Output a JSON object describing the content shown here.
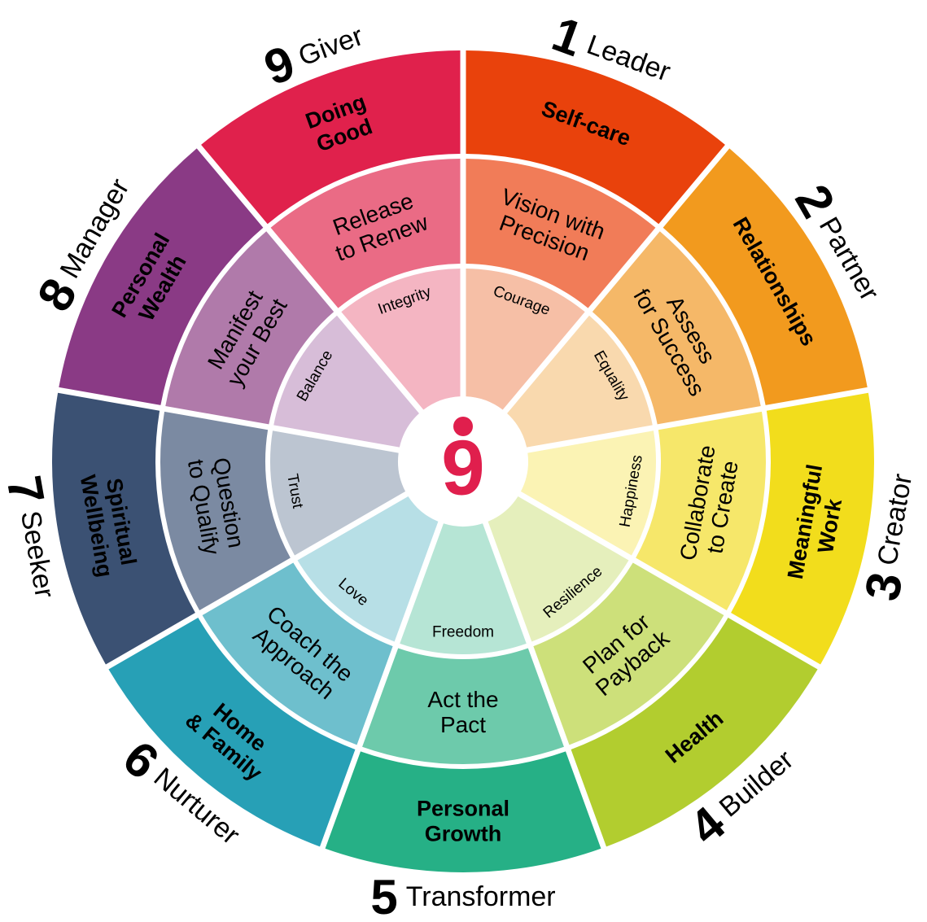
{
  "center": {
    "logo_text": "9",
    "accent": "#e01f4d"
  },
  "segments": [
    {
      "number": "1",
      "role": "Leader",
      "area": [
        "Self-care"
      ],
      "practice": [
        "Vision with",
        "Precision"
      ],
      "value": "Courage",
      "colors": {
        "outer": "#e9420c",
        "middle": "#f17c58",
        "inner": "#f6bfa6"
      }
    },
    {
      "number": "2",
      "role": "Partner",
      "area": [
        "Relationships"
      ],
      "practice": [
        "Assess",
        "for Success"
      ],
      "value": "Equality",
      "colors": {
        "outer": "#f29a1e",
        "middle": "#f5b868",
        "inner": "#f9d9ae"
      }
    },
    {
      "number": "3",
      "role": "Creator",
      "area": [
        "Meaningful",
        "Work"
      ],
      "practice": [
        "Collaborate",
        "to Create"
      ],
      "value": "Happiness",
      "colors": {
        "outer": "#f2dd1c",
        "middle": "#f6e76a",
        "inner": "#fbf3b4"
      }
    },
    {
      "number": "4",
      "role": "Builder",
      "area": [
        "Health"
      ],
      "practice": [
        "Plan for",
        "Payback"
      ],
      "value": "Resilience",
      "colors": {
        "outer": "#b2cd2f",
        "middle": "#cde07a",
        "inner": "#e5efbc"
      }
    },
    {
      "number": "5",
      "role": "Transformer",
      "area": [
        "Personal",
        "Growth"
      ],
      "practice": [
        "Act the",
        "Pact"
      ],
      "value": "Freedom",
      "colors": {
        "outer": "#26b086",
        "middle": "#6dcaab",
        "inner": "#b6e5d5"
      }
    },
    {
      "number": "6",
      "role": "Nurturer",
      "area": [
        "Home",
        "& Family"
      ],
      "practice": [
        "Coach the",
        "Approach"
      ],
      "value": "Love",
      "colors": {
        "outer": "#27a0b6",
        "middle": "#6ebfcd",
        "inner": "#b7dfe6"
      }
    },
    {
      "number": "7",
      "role": "Seeker",
      "area": [
        "Spiritual",
        "Wellbeing"
      ],
      "practice": [
        "Question",
        "to Qualify"
      ],
      "value": "Trust",
      "colors": {
        "outer": "#3b5173",
        "middle": "#7b8aa2",
        "inner": "#bcc5d1"
      }
    },
    {
      "number": "8",
      "role": "Manager",
      "area": [
        "Personal",
        "Wealth"
      ],
      "practice": [
        "Manifest",
        "your Best"
      ],
      "value": "Balance",
      "colors": {
        "outer": "#8a3a85",
        "middle": "#b07aaa",
        "inner": "#d7bdd8"
      }
    },
    {
      "number": "9",
      "role": "Giver",
      "area": [
        "Doing",
        "Good"
      ],
      "practice": [
        "Release",
        "to Renew"
      ],
      "value": "Integrity",
      "colors": {
        "outer": "#e0214c",
        "middle": "#ea6b85",
        "inner": "#f4b5c2"
      }
    }
  ]
}
